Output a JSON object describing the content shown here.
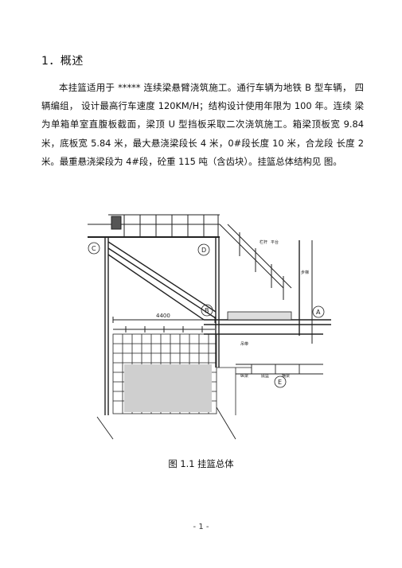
{
  "heading": "1．概述",
  "paragraph": "本挂篮适用于 ***** 连续梁悬臂浇筑施工。通行车辆为地铁 B 型车辆， 四辆编组， 设计最高行车速度 120KM/H；结构设计使用年限为 100 年。连续 梁为单箱单室直腹板截面，梁顶 U 型挡板采取二次浇筑施工。箱梁顶板宽 9.84 米，底板宽 5.84 米，最大悬浇梁段长 4 米，0#段长度 10 米，合龙段 长度 2 米。最重悬浇梁段为 4#段，砼重 115 吨（含齿块）。挂篮总体结构见 图。",
  "figure": {
    "callouts": [
      "C",
      "D",
      "B",
      "A",
      "E"
    ],
    "dimension": "4400",
    "small_labels": [
      "栏杆",
      "平台",
      "步梯",
      "吊带",
      "底篮",
      "纵梁",
      "横梁"
    ]
  },
  "caption": "图 1.1 挂篮总体",
  "page_number": "- 1 -"
}
